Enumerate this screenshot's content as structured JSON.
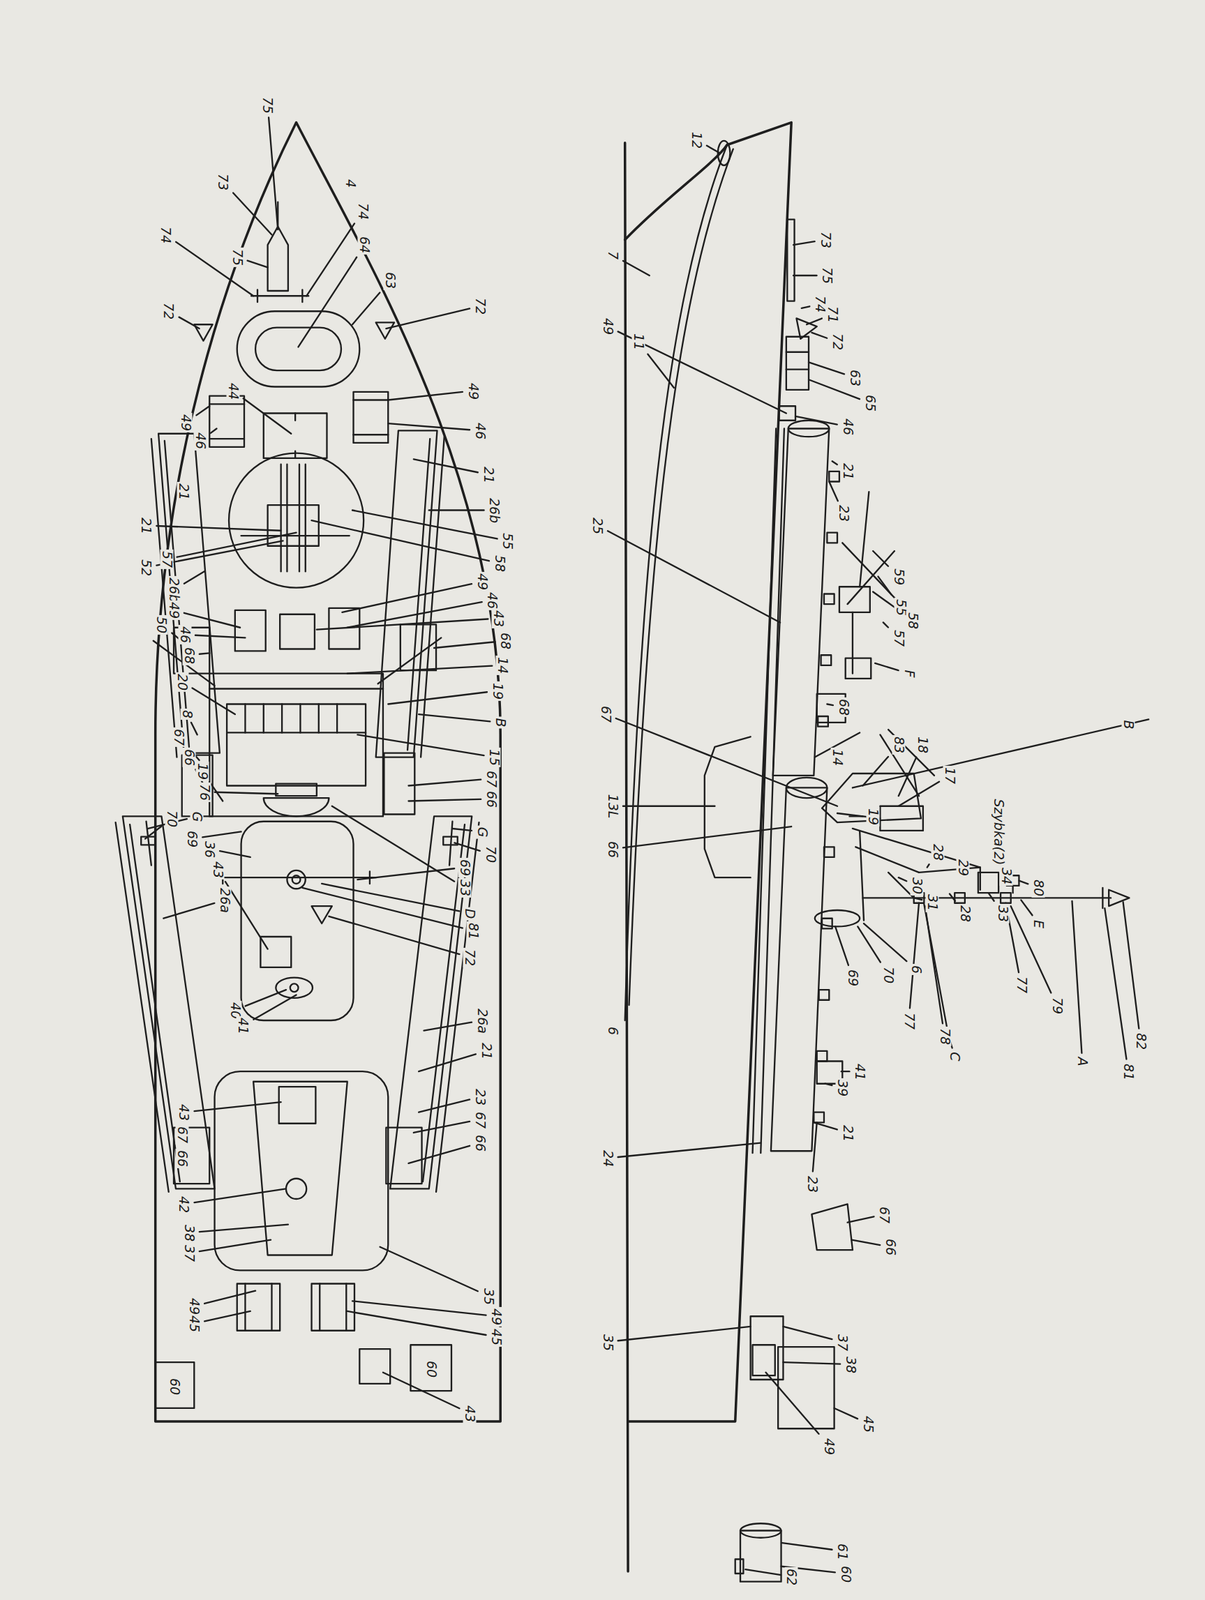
{
  "diagram": {
    "labels": [
      "75",
      "73",
      "75",
      "74",
      "4",
      "74",
      "64",
      "63",
      "72",
      "72",
      "44",
      "49",
      "46",
      "49",
      "46",
      "21",
      "21",
      "26b",
      "55",
      "58",
      "21",
      "52",
      "57",
      "26b",
      "49",
      "50",
      "46",
      "49",
      "46",
      "43",
      "68",
      "14",
      "19",
      "B",
      "15",
      "67",
      "66",
      "68",
      "20",
      "8",
      "67",
      "66",
      "19",
      "76",
      "G",
      "70",
      "69",
      "36",
      "43",
      "26a",
      "40",
      "41",
      "G",
      "70",
      "69",
      "33",
      "D",
      "81",
      "72",
      "26a",
      "21",
      "23",
      "67",
      "66",
      "43",
      "67",
      "66",
      "42",
      "38",
      "37",
      "35",
      "49",
      "45",
      "49",
      "45",
      "60",
      "60",
      "43",
      "12",
      "7",
      "49",
      "11",
      "73",
      "75",
      "74",
      "71",
      "72",
      "63",
      "65",
      "46",
      "21",
      "23",
      "25",
      "59",
      "55",
      "58",
      "57",
      "F",
      "68",
      "67",
      "13L",
      "83",
      "18",
      "14",
      "17",
      "B",
      "Szybka(2)",
      "34",
      "19",
      "29",
      "28",
      "28",
      "30",
      "31",
      "33",
      "80",
      "E",
      "66",
      "6",
      "6",
      "70",
      "69",
      "77",
      "78",
      "C",
      "77",
      "79",
      "A",
      "82",
      "81",
      "41",
      "39",
      "24",
      "21",
      "23",
      "67",
      "66",
      "35",
      "37",
      "38",
      "45",
      "49",
      "61",
      "60",
      "62"
    ]
  }
}
